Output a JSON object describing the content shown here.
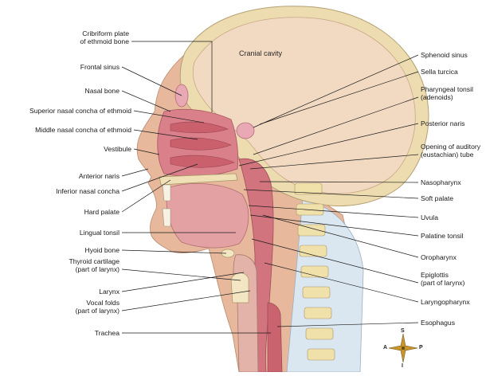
{
  "figure": {
    "cranial_label": "Cranial cavity",
    "left_labels": [
      {
        "id": "cribriform",
        "lines": [
          "Cribriform plate",
          "of ethmoid bone"
        ]
      },
      {
        "id": "frontal-sinus",
        "lines": [
          "Frontal sinus"
        ]
      },
      {
        "id": "nasal-bone",
        "lines": [
          "Nasal bone"
        ]
      },
      {
        "id": "superior-concha",
        "lines": [
          "Superior nasal concha of ethmoid"
        ]
      },
      {
        "id": "middle-concha",
        "lines": [
          "Middle nasal concha of ethmoid"
        ]
      },
      {
        "id": "vestibule",
        "lines": [
          "Vestibule"
        ]
      },
      {
        "id": "anterior-naris",
        "lines": [
          "Anterior naris"
        ]
      },
      {
        "id": "inferior-concha",
        "lines": [
          "Inferior nasal concha"
        ]
      },
      {
        "id": "hard-palate",
        "lines": [
          "Hard palate"
        ]
      },
      {
        "id": "lingual-tonsil",
        "lines": [
          "Lingual tonsil"
        ]
      },
      {
        "id": "hyoid-bone",
        "lines": [
          "Hyoid bone"
        ]
      },
      {
        "id": "thyroid-cartilage",
        "lines": [
          "Thyroid cartilage",
          "(part of larynx)"
        ]
      },
      {
        "id": "larynx",
        "lines": [
          "Larynx"
        ]
      },
      {
        "id": "vocal-folds",
        "lines": [
          "Vocal folds",
          "(part of larynx)"
        ]
      },
      {
        "id": "trachea",
        "lines": [
          "Trachea"
        ]
      }
    ],
    "right_labels": [
      {
        "id": "sphenoid-sinus",
        "lines": [
          "Sphenoid sinus"
        ]
      },
      {
        "id": "sella-turcica",
        "lines": [
          "Sella turcica"
        ]
      },
      {
        "id": "pharyngeal-tonsil",
        "lines": [
          "Pharyngeal tonsil",
          "(adenoids)"
        ]
      },
      {
        "id": "posterior-naris",
        "lines": [
          "Posterior naris"
        ]
      },
      {
        "id": "auditory-tube",
        "lines": [
          "Opening of auditory",
          "(eustachian) tube"
        ]
      },
      {
        "id": "nasopharynx",
        "lines": [
          "Nasopharynx"
        ]
      },
      {
        "id": "soft-palate",
        "lines": [
          "Soft palate"
        ]
      },
      {
        "id": "uvula",
        "lines": [
          "Uvula"
        ]
      },
      {
        "id": "palatine-tonsil",
        "lines": [
          "Palatine tonsil"
        ]
      },
      {
        "id": "oropharynx",
        "lines": [
          "Oropharynx"
        ]
      },
      {
        "id": "epiglottis",
        "lines": [
          "Epiglottis",
          "(part of larynx)"
        ]
      },
      {
        "id": "laryngopharynx",
        "lines": [
          "Laryngopharynx"
        ]
      },
      {
        "id": "esophagus",
        "lines": [
          "Esophagus"
        ]
      }
    ],
    "compass": {
      "s": "S",
      "i": "I",
      "a": "A",
      "p": "P"
    },
    "colors": {
      "brain_cavity": "#f1dcc4",
      "skull_bone": "#efdfb4",
      "soft_tissue": "#d8a790",
      "mucosa": "#d77a84",
      "tongue": "#e3a0a2",
      "spine_blue": "#bcd3e6",
      "vertebra": "#f2e2ac",
      "leader": "#1a1a1a"
    }
  }
}
